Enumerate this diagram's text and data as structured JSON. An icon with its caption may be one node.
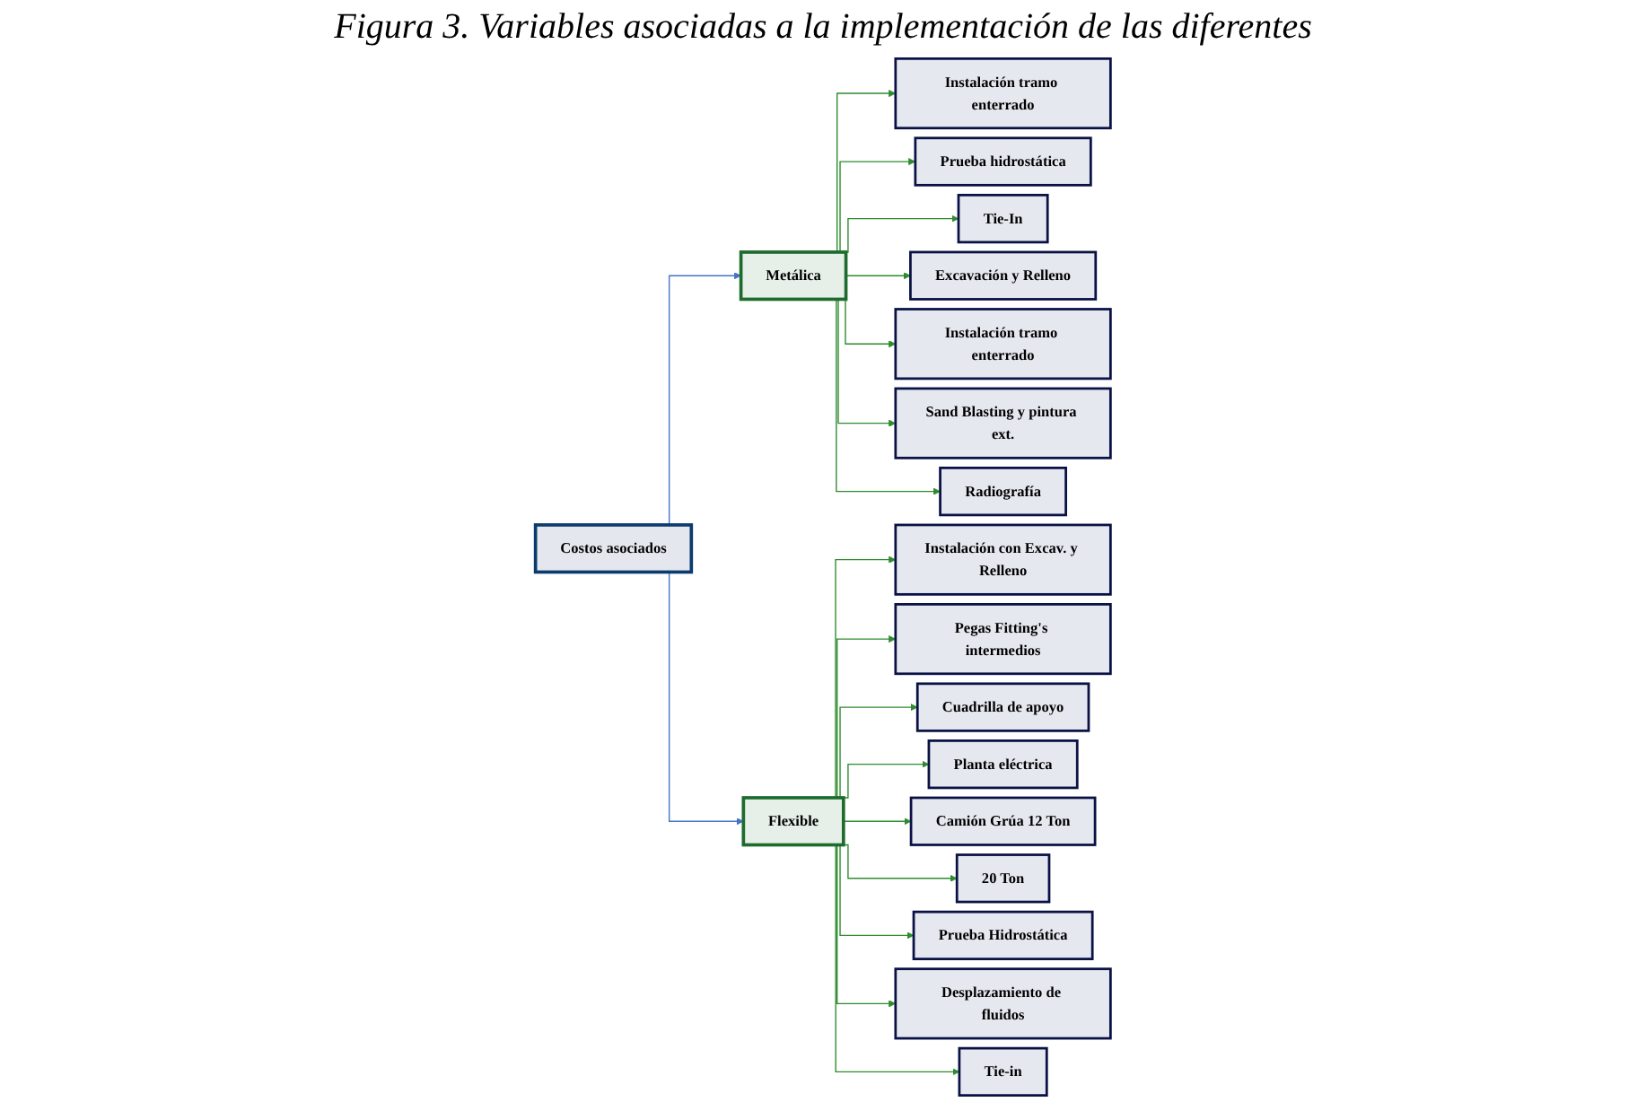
{
  "diagram": {
    "title": "Figura 3. Variables asociadas a la implementación de las diferentes",
    "nodes": [
      {
        "text": [
          "Costos asociados"
        ]
      },
      {
        "text": [
          "Metálica"
        ]
      },
      {
        "text": [
          "Flexible"
        ]
      },
      {
        "text": [
          "Instalación tramo enterrado"
        ]
      },
      {
        "text": [
          "Prueba hidrostática"
        ]
      },
      {
        "text": [
          "Tie-In"
        ]
      },
      {
        "text": [
          "Excavación y Relleno"
        ]
      },
      {
        "text": [
          "Instalación tramo enterrado"
        ]
      },
      {
        "text": [
          "Sand Blasting y pintura ext."
        ]
      },
      {
        "text": [
          "Radiografía"
        ]
      },
      {
        "text": [
          "Instalación con Excav. y Relleno"
        ]
      },
      {
        "text": [
          "Pegas Fitting's intermedios"
        ]
      },
      {
        "text": [
          "Cuadrilla de apoyo"
        ]
      },
      {
        "text": [
          "Planta eléctrica"
        ]
      },
      {
        "text": [
          "Camión Grúa 12 Ton"
        ]
      },
      {
        "text": [
          "20 Ton"
        ]
      },
      {
        "text": [
          "Prueba Hidrostática"
        ]
      },
      {
        "text": [
          "Desplazamiento de fluidos"
        ]
      },
      {
        "text": [
          "Tie-in"
        ]
      }
    ],
    "edges": [
      {
        "from": 0,
        "to": 1,
        "arrow": "to",
        "color": "#4472c4"
      },
      {
        "from": 0,
        "to": 2,
        "arrow": "to",
        "color": "#4472c4"
      },
      {
        "from": 1,
        "to": 3,
        "arrow": "to"
      },
      {
        "from": 1,
        "to": 4,
        "arrow": "to"
      },
      {
        "from": 1,
        "to": 5,
        "arrow": "to"
      },
      {
        "from": 1,
        "to": 6,
        "arrow": "to"
      },
      {
        "from": 1,
        "to": 7,
        "arrow": "to"
      },
      {
        "from": 1,
        "to": 8,
        "arrow": "to"
      },
      {
        "from": 1,
        "to": 9,
        "arrow": "to"
      },
      {
        "from": 2,
        "to": 10,
        "arrow": "to"
      },
      {
        "from": 2,
        "to": 11,
        "arrow": "to"
      },
      {
        "from": 2,
        "to": 12,
        "arrow": "to"
      },
      {
        "from": 2,
        "to": 13,
        "arrow": "to"
      },
      {
        "from": 2,
        "to": 14,
        "arrow": "to"
      },
      {
        "from": 2,
        "to": 15,
        "arrow": "to"
      },
      {
        "from": 2,
        "to": 16,
        "arrow": "to"
      },
      {
        "from": 2,
        "to": 17,
        "arrow": "to"
      },
      {
        "from": 2,
        "to": 18,
        "arrow": "to"
      }
    ]
  }
}
